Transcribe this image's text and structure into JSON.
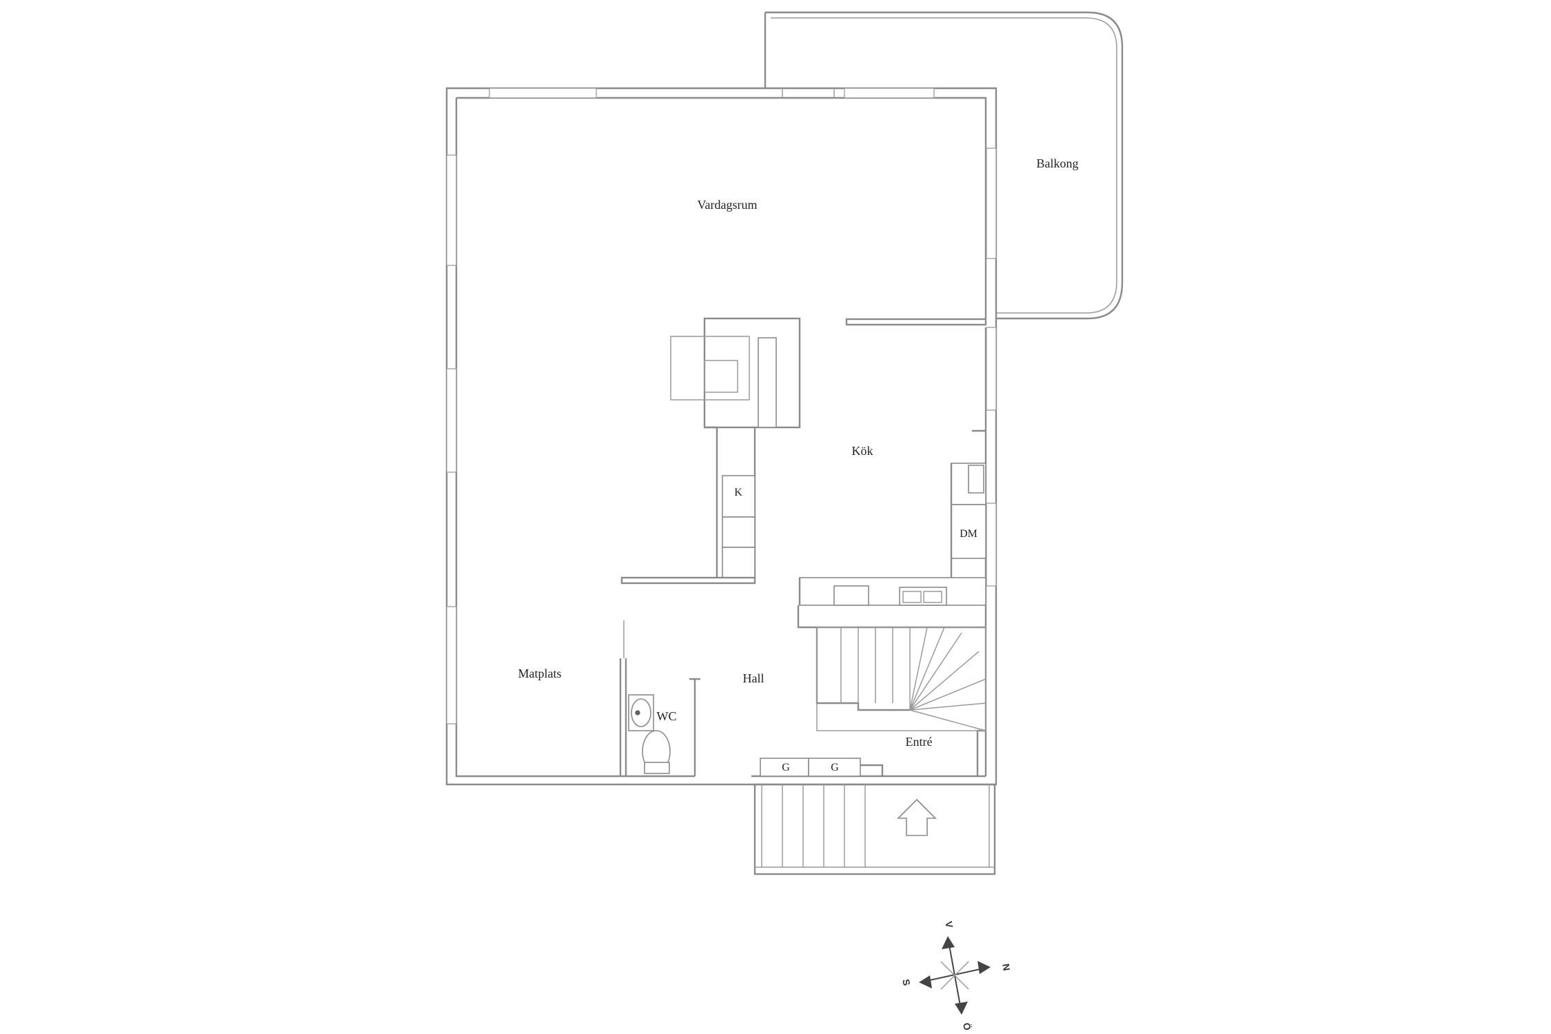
{
  "rooms": {
    "balkong": "Balkong",
    "vardagsrum": "Vardagsrum",
    "kok": "Kök",
    "matplats": "Matplats",
    "hall": "Hall",
    "wc": "WC",
    "entre": "Entré"
  },
  "fixtures": {
    "k": "K",
    "dm": "DM",
    "g1": "G",
    "g2": "G"
  },
  "compass": {
    "north": "N",
    "south": "S",
    "west": "V",
    "east": "Ö"
  }
}
